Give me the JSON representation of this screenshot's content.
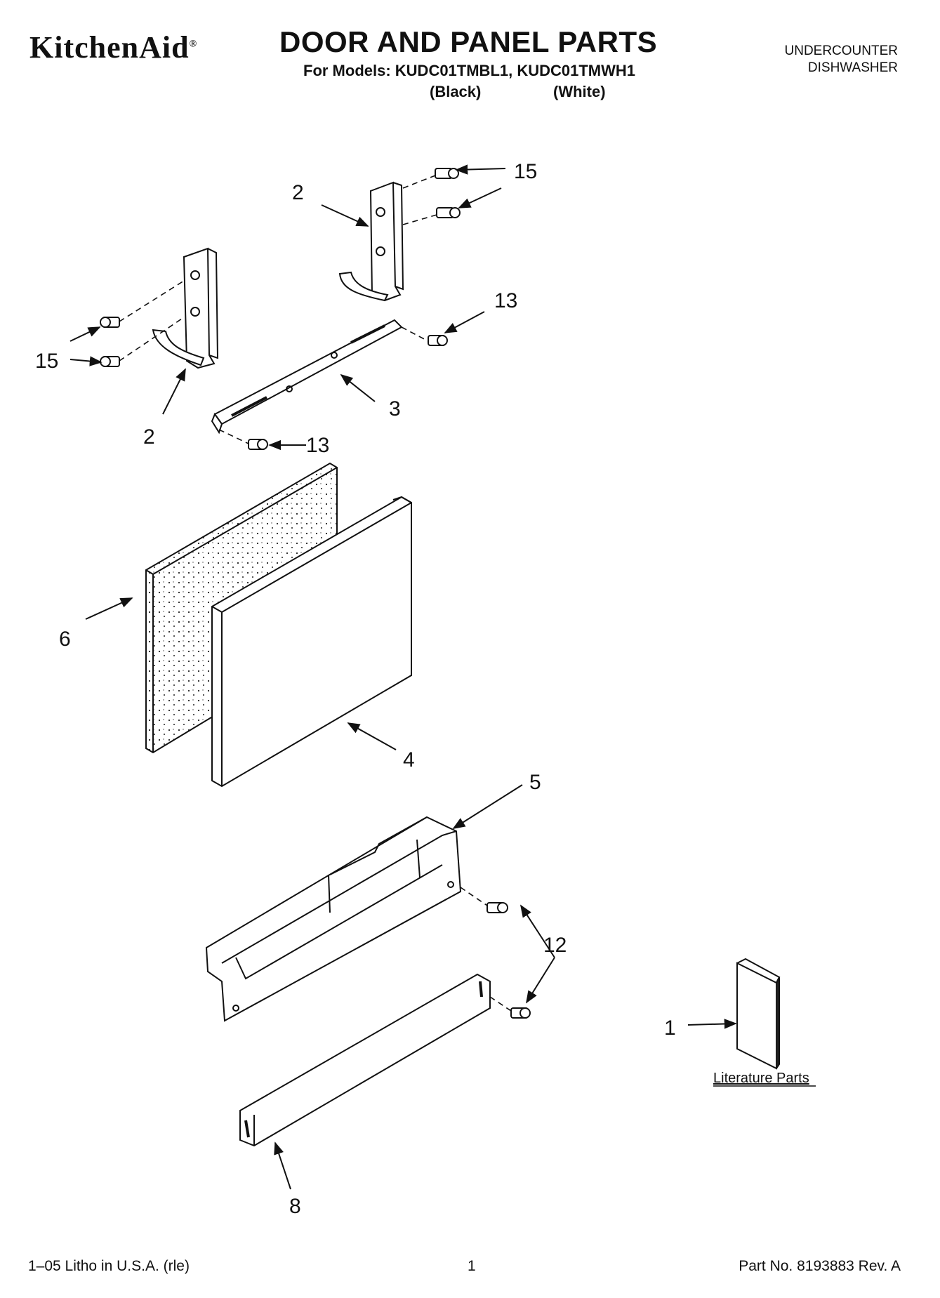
{
  "header": {
    "brand": "KitchenAid",
    "brand_mark": "®",
    "title": "DOOR AND PANEL PARTS",
    "models_line": "For Models: KUDC01TMBL1, KUDC01TMWH1",
    "variant_black": "(Black)",
    "variant_white": "(White)",
    "category_line1": "UNDERCOUNTER",
    "category_line2": "DISHWASHER"
  },
  "callouts": {
    "c15a": "15",
    "c2a": "2",
    "c13a": "13",
    "c15b": "15",
    "c2b": "2",
    "c3": "3",
    "c13b": "13",
    "c6": "6",
    "c4": "4",
    "c5": "5",
    "c12": "12",
    "c1": "1",
    "c8": "8"
  },
  "literature_label": "Literature Parts",
  "footer": {
    "left": "1–05 Litho in U.S.A. (rle)",
    "center": "1",
    "right": "Part No. 8193883 Rev. A"
  }
}
